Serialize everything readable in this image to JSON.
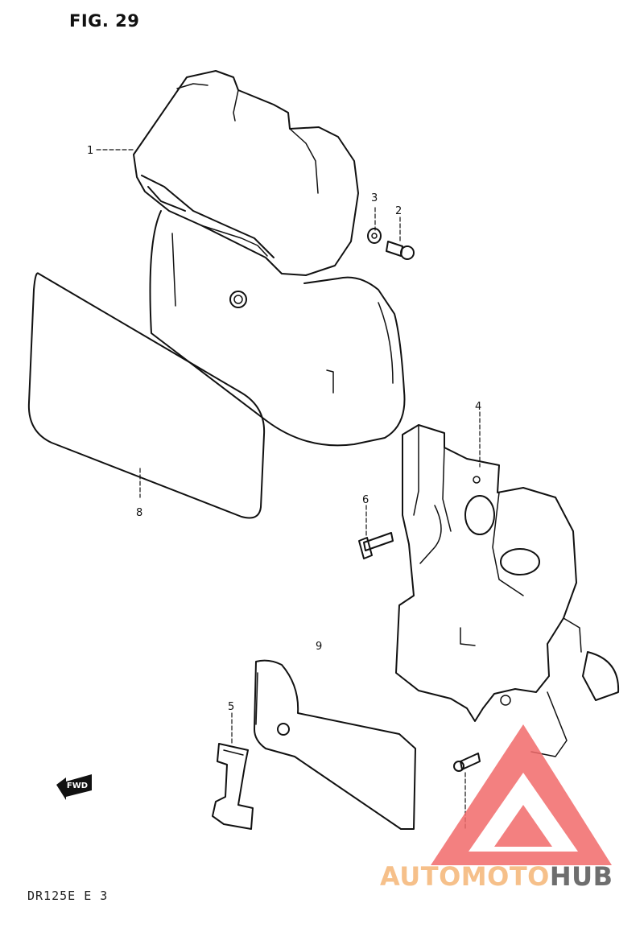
{
  "figure": {
    "title": "FIG. 29",
    "model_code": "DR125E E 3"
  },
  "callouts": [
    "1",
    "2",
    "3",
    "4",
    "5",
    "6",
    "8",
    "9"
  ],
  "direction_label": "FWD",
  "watermark": {
    "part1": "AUTOMOTO",
    "part2": "HUB",
    "colors": {
      "accent": "#f6c08a",
      "dark": "#6e6e6e",
      "logo": "#f26b6b"
    }
  }
}
